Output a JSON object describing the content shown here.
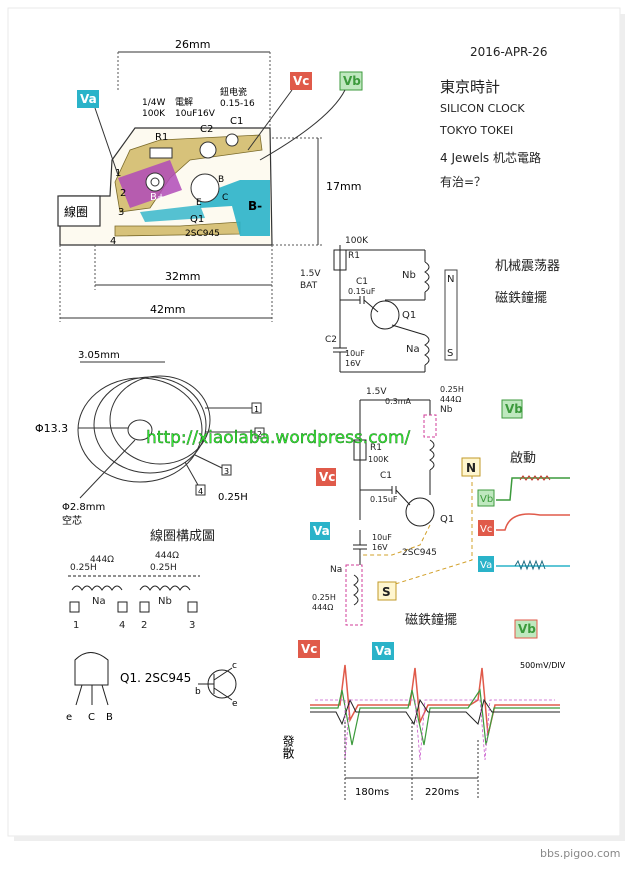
{
  "header": {
    "date": "2016-APR-26",
    "title_cn": "東京時計",
    "line1": "SILICON CLOCK",
    "line2": "TOKYO TOKEI",
    "line3": "4 Jewels 机芯電路",
    "line4": "有治=？"
  },
  "pcb": {
    "dim_top": "26mm",
    "dim_mid": "32mm",
    "dim_bottom": "42mm",
    "dim_side": "17mm",
    "label_r": "1/4W\n100K",
    "label_c": "電解\n10uF16V",
    "label_x": "鈕电瓷\n0.15-16",
    "r1": "R1",
    "c2": "C2",
    "c1": "C1",
    "coil": "線圈",
    "bplus": "B+",
    "bminus": "B-",
    "q1": "Q1",
    "q1part": "2SC945",
    "pin1": "1",
    "pin2": "2",
    "pin3": "3",
    "pin4": "4",
    "pin_b": "B",
    "pin_e": "E",
    "pin_c": "C"
  },
  "tags": {
    "va": "Va",
    "vb": "Vb",
    "vc": "Vc",
    "n": "N",
    "s": "S"
  },
  "schematic1": {
    "r1_val": "100K",
    "r1": "R1",
    "bat": "1.5V\nBAT",
    "c1": "C1",
    "c1_val": "0.15uF",
    "c2": "C2",
    "c2_val": "10uF\n16V",
    "q1": "Q1",
    "nb": "Nb",
    "na": "Na",
    "n": "N",
    "s": "S",
    "mech_note": "机械震荡器",
    "mag_note": "磁鉄鐘擺"
  },
  "coil_drawing": {
    "dim_top": "3.05mm",
    "dia": "Φ13.3",
    "inner": "Φ2.8mm\n空芯",
    "ind": "0.25H",
    "pins": [
      "1",
      "2",
      "3",
      "4"
    ],
    "title": "線圈構成圖",
    "na_ohm": "444Ω",
    "nb_ohm": "444Ω",
    "na_h": "0.25H",
    "nb_h": "0.25H",
    "na": "Na",
    "nb": "Nb",
    "pin_order": [
      "1",
      "4",
      "2",
      "3"
    ]
  },
  "schematic2": {
    "supply": "1.5V",
    "current": "0.3mA",
    "r1": "R1",
    "r1_val": "100K",
    "c1": "C1",
    "c1_val": "0.15uF",
    "c2_val": "10uF\n16V",
    "q1": "Q1",
    "q1_part": "2SC945",
    "nb": "Nb",
    "nb_val": "0.25H\n444Ω",
    "na": "Na",
    "na_val": "0.25H\n444Ω",
    "mag_note": "磁鉄鐘擺",
    "start_note": "啟動"
  },
  "transistor": {
    "label": "Q1. 2SC945",
    "pins": [
      "e",
      "C",
      "B"
    ],
    "b": "b",
    "c": "c",
    "e": "e"
  },
  "scope": {
    "scale": "500mV/DIV",
    "t1": "180ms",
    "t2": "220ms",
    "side_note": "發散"
  },
  "watermark": "http://xiaolaba.wordpress.com/",
  "footer": "bbs.pigoo.com",
  "colors": {
    "va": "#e05a4a",
    "vb": "#3c9a3c",
    "vc": "#1a9ab0",
    "pcb_tan": "#d7c27a",
    "pcb_purple": "#b04ab8",
    "pcb_cyan": "#2ab3c9",
    "wm_green": "#33ee33"
  }
}
